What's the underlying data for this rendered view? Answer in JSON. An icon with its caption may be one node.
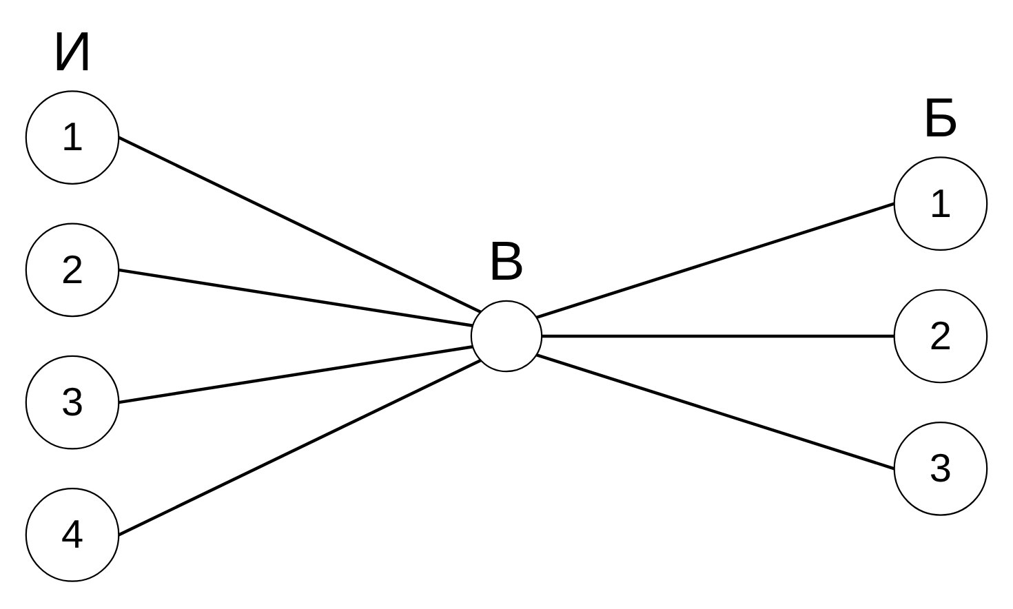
{
  "diagram": {
    "nodes": [
      {
        "text": [
          "1"
        ]
      },
      {
        "text": [
          "2"
        ]
      },
      {
        "text": [
          "3"
        ]
      },
      {
        "text": [
          "4"
        ]
      },
      {
        "text": [],
        "shape": "circle",
        "beside": [
          "В"
        ]
      },
      {
        "text": [
          "1"
        ]
      },
      {
        "text": [
          "2"
        ]
      },
      {
        "text": [
          "3"
        ]
      }
    ],
    "edges": [
      {
        "from": 0,
        "to": 4,
        "arrow": "none"
      },
      {
        "from": 1,
        "to": 4,
        "arrow": "none"
      },
      {
        "from": 2,
        "to": 4,
        "arrow": "none"
      },
      {
        "from": 3,
        "to": 4,
        "arrow": "none"
      },
      {
        "from": 4,
        "to": 5,
        "arrow": "none"
      },
      {
        "from": 4,
        "to": 6,
        "arrow": "none"
      },
      {
        "from": 4,
        "to": 7,
        "arrow": "none"
      }
    ],
    "labels": [
      "И",
      "Б"
    ]
  }
}
